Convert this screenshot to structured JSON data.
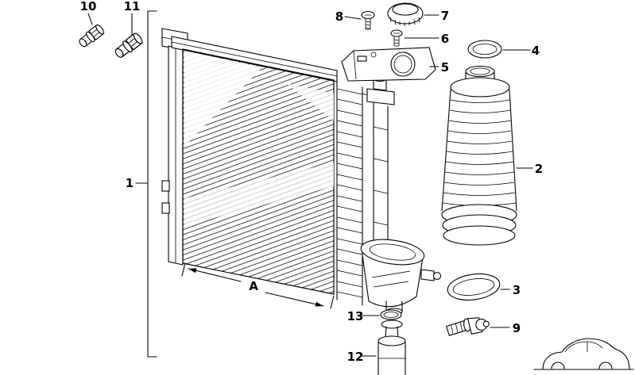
{
  "colors": {
    "ink": "#000000",
    "background": "#ffffff"
  },
  "diagram": {
    "type": "exploded-parts-diagram",
    "callouts": {
      "c1": {
        "label": "1"
      },
      "c2": {
        "label": "2"
      },
      "c3": {
        "label": "3"
      },
      "c4": {
        "label": "4"
      },
      "c5": {
        "label": "5"
      },
      "c6": {
        "label": "6"
      },
      "c7": {
        "label": "7"
      },
      "c8": {
        "label": "8"
      },
      "c9": {
        "label": "9"
      },
      "c10": {
        "label": "10"
      },
      "c11": {
        "label": "11"
      },
      "c12": {
        "label": "12"
      },
      "c13": {
        "label": "13"
      }
    },
    "dimension": {
      "label": "A"
    },
    "icons": {
      "car": "car-silhouette-icon"
    }
  }
}
